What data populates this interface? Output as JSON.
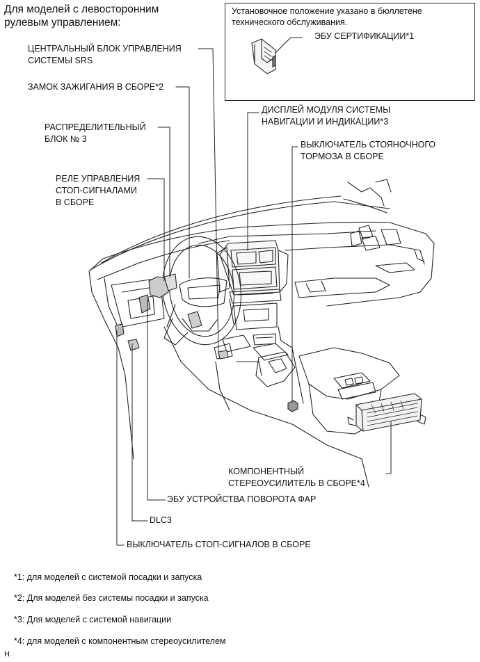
{
  "header": {
    "line1": "Для моделей с левосторонним",
    "line2": "рулевым управлением:"
  },
  "inset": {
    "line1": "Установочное положение указано в бюллетене",
    "line2": "технического обслуживания.",
    "ecu_label": "ЭБУ СЕРТИФИКАЦИИ*1"
  },
  "labels": {
    "srs_1": "ЦЕНТРАЛЬНЫЙ БЛОК УПРАВЛЕНИЯ",
    "srs_2": "СИСТЕМЫ SRS",
    "ignition": "ЗАМОК ЗАЖИГАНИЯ В СБОРЕ*2",
    "junction_1": "РАСПРЕДЕЛИТЕЛЬНЫЙ",
    "junction_2": "БЛОК № 3",
    "relay_1": "РЕЛЕ УПРАВЛЕНИЯ",
    "relay_2": "СТОП-СИГНАЛАМИ",
    "relay_3": "В СБОРЕ",
    "display_1": "ДИСПЛЕЙ МОДУЛЯ СИСТЕМЫ",
    "display_2": "НАВИГАЦИИ И ИНДИКАЦИИ*3",
    "parking_1": "ВЫКЛЮЧАТЕЛЬ СТОЯНОЧНОГО",
    "parking_2": "ТОРМОЗА В СБОРЕ",
    "amp_1": "КОМПОНЕНТНЫЙ",
    "amp_2": "СТЕРЕОУСИЛИТЕЛЬ В СБОРЕ*4",
    "swivel": "ЭБУ УСТРОЙСТВА ПОВОРОТА ФАР",
    "dlc3": "DLC3",
    "stoplight": "ВЫКЛЮЧАТЕЛЬ СТОП-СИГНАЛОВ В СБОРЕ"
  },
  "footnotes": {
    "n1": "*1: для моделей с системой посадки и запуска",
    "n2": "*2: Для моделей без системы посадки и запуска",
    "n3": "*3: Для моделей с системой навигации",
    "n4": "*4: для моделей с компонентным стереоусилителем"
  },
  "corner_mark": "H"
}
